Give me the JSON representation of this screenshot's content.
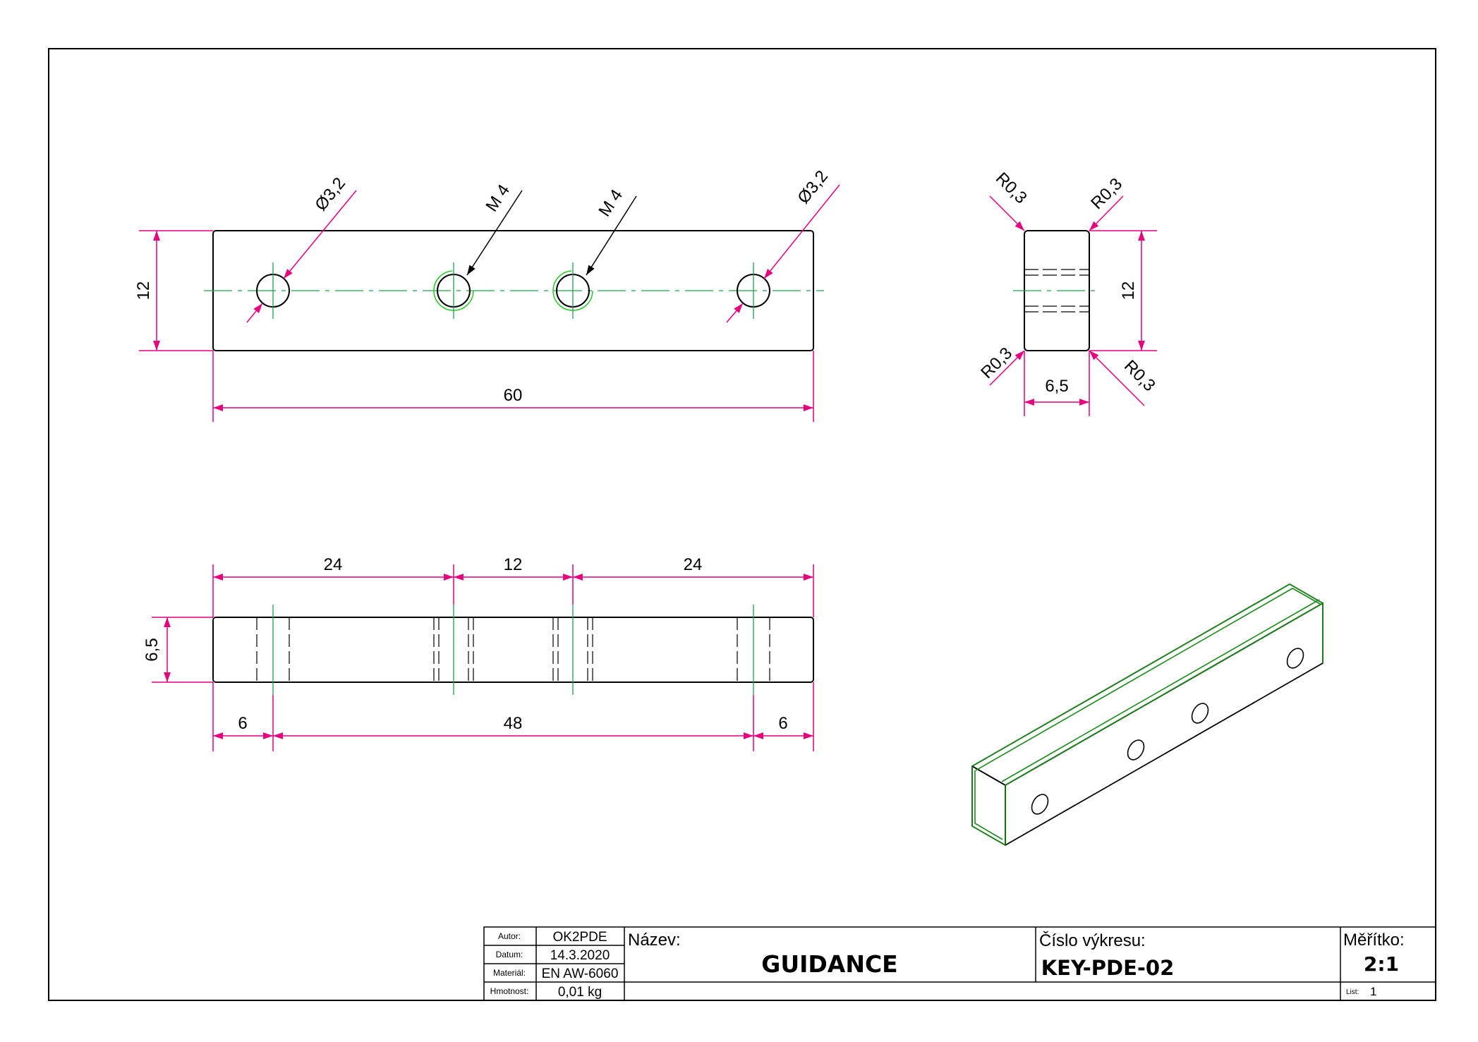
{
  "colors": {
    "outline": "#000000",
    "dimension": "#e6007e",
    "centerline": "#1ea050",
    "thread": "#22cc22",
    "iso": "#1a8a1a"
  },
  "front_view": {
    "width_label": "60",
    "height_label": "12",
    "hole_left_label": "Ø3,2",
    "thread_left_label": "M 4",
    "thread_right_label": "M 4",
    "hole_right_label": "Ø3,2"
  },
  "side_view": {
    "height_label": "12",
    "width_label": "6,5",
    "radius_tl": "R0,3",
    "radius_tr": "R0,3",
    "radius_bl": "R0,3",
    "radius_br": "R0,3"
  },
  "bottom_view": {
    "spacing_top": [
      "24",
      "12",
      "24"
    ],
    "spacing_bottom": [
      "6",
      "48",
      "6"
    ],
    "height_label": "6,5"
  },
  "title_block": {
    "author_label": "Autor:",
    "author": "OK2PDE",
    "date_label": "Datum:",
    "date": "14.3.2020",
    "material_label": "Materiál:",
    "material": "EN AW-6060",
    "mass_label": "Hmotnost:",
    "mass": "0,01 kg",
    "name_label": "Název:",
    "name": "GUIDANCE",
    "drawing_no_label": "Číslo výkresu:",
    "drawing_no": "KEY-PDE-02",
    "scale_label": "Měřítko:",
    "scale": "2:1",
    "sheet_label": "List:",
    "sheet": "1"
  }
}
